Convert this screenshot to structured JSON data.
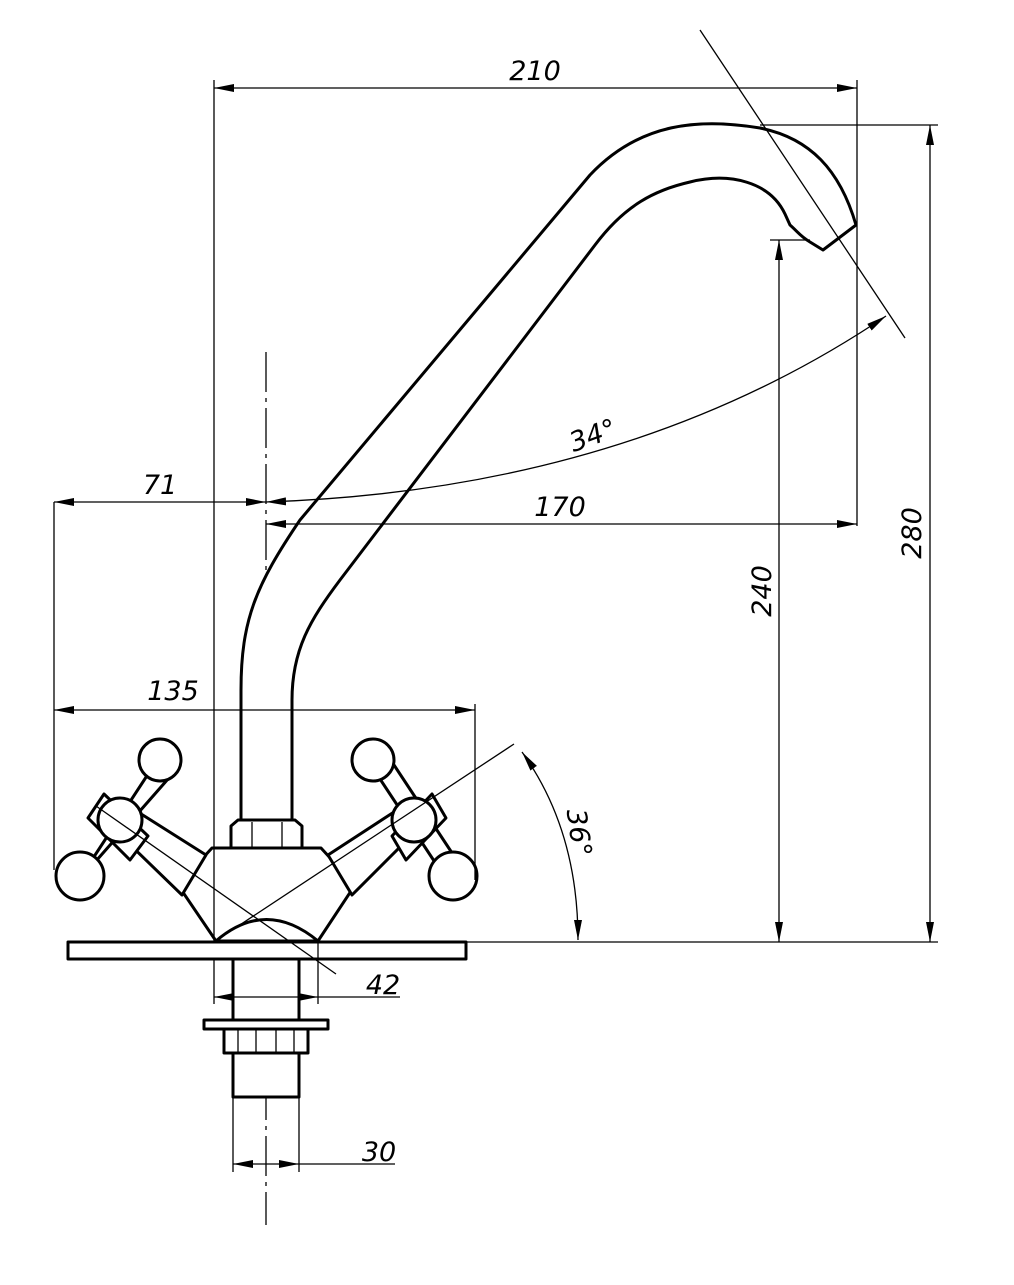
{
  "dimensions": {
    "overall_reach": "210",
    "spout_top_height": "280",
    "spout_outlet_height": "240",
    "spout_reach": "170",
    "left_handle_offset": "71",
    "handle_span": "135",
    "spout_angle": "34°",
    "handle_angle": "36°",
    "base_diameter": "42",
    "shank_diameter": "30"
  }
}
